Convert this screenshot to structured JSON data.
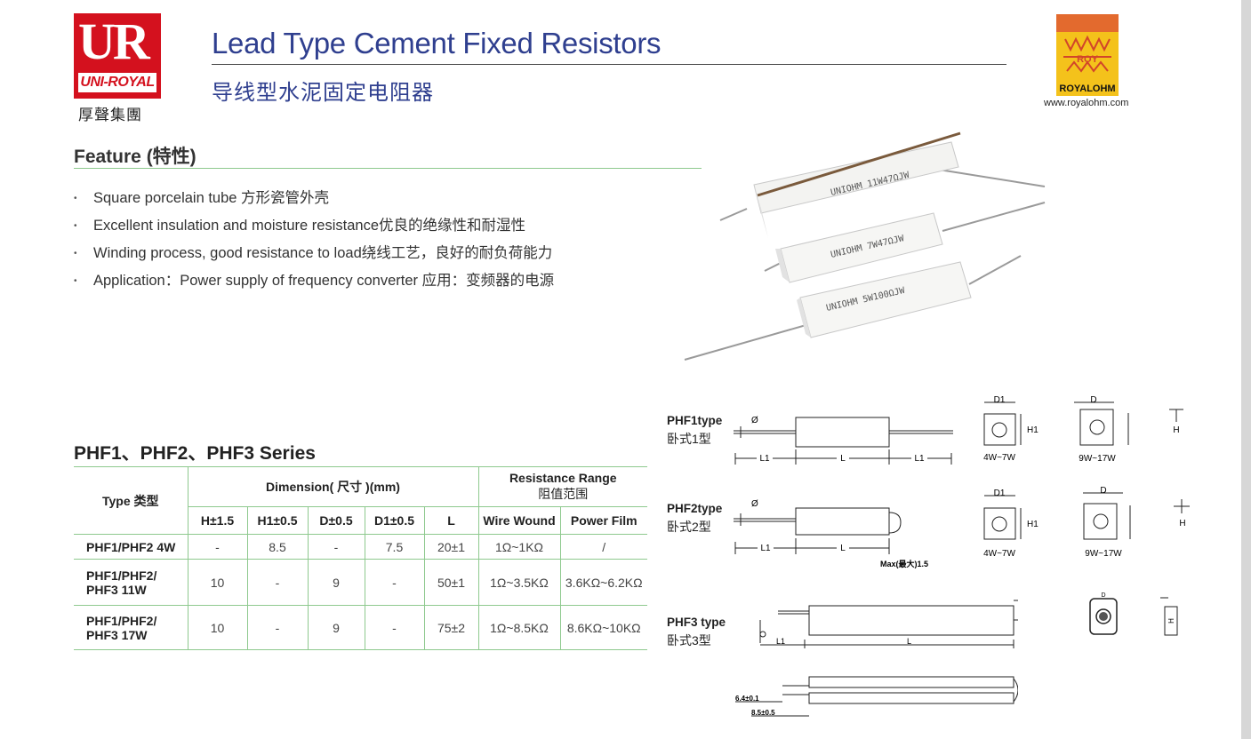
{
  "brand": {
    "left_logo_letters": "UR",
    "left_logo_text": "UNI-ROYAL",
    "left_logo_cn": "厚聲集團",
    "right_logo_text": "ROYALOHM",
    "right_logo_url": "www.royalohm.com"
  },
  "title": {
    "en": "Lead Type Cement Fixed Resistors",
    "cn": "导线型水泥固定电阻器"
  },
  "feature": {
    "heading": "Feature (特性)",
    "items": [
      "Square porcelain tube 方形瓷管外壳",
      "Excellent insulation and moisture resistance优良的绝缘性和耐湿性",
      "Winding process, good resistance to load绕线工艺，良好的耐负荷能力",
      "Application：Power supply of frequency converter   应用：变频器的电源"
    ]
  },
  "photo": {
    "markings": [
      "UNIOHM 11W47ΩJW",
      "UNIOHM 7W47ΩJW",
      "UNIOHM 5W100ΩJW"
    ]
  },
  "series": {
    "heading": "PHF1、PHF2、PHF3 Series",
    "table": {
      "type_header": "Type 类型",
      "dimension_header": "Dimension( 尺寸 )(mm)",
      "resistance_header": "Resistance Range",
      "resistance_header_cn": "阻值范围",
      "columns": [
        "H±1.5",
        "H1±0.5",
        "D±0.5",
        "D1±0.5",
        "L",
        "Wire Wound",
        "Power Film"
      ],
      "rows": [
        {
          "type1": "PHF1/PHF2 4W",
          "type2": "",
          "cells": [
            "-",
            "8.5",
            "-",
            "7.5",
            "20±1",
            "1Ω~1KΩ",
            "/"
          ]
        },
        {
          "type1": "PHF1/PHF2/",
          "type2": "PHF3 11W",
          "cells": [
            "10",
            "-",
            "9",
            "-",
            "50±1",
            "1Ω~3.5KΩ",
            "3.6KΩ~6.2KΩ"
          ]
        },
        {
          "type1": "PHF1/PHF2/",
          "type2": "PHF3  17W",
          "cells": [
            "10",
            "-",
            "9",
            "-",
            "75±2",
            "1Ω~8.5KΩ",
            "8.6KΩ~10KΩ"
          ]
        }
      ]
    }
  },
  "drawings": {
    "phf1": {
      "name": "PHF1type",
      "cn": "卧式1型"
    },
    "phf2": {
      "name": "PHF2type",
      "cn": "卧式2型",
      "note": "Max(最大)1.5"
    },
    "phf3": {
      "name": "PHF3 type",
      "cn": "卧式3型"
    },
    "labels": {
      "phi": "Ø",
      "l1": "L1",
      "l": "L",
      "d": "D",
      "d1": "D1",
      "h": "H",
      "h1": "H1",
      "w_small": "4W~7W",
      "w_large": "9W~17W",
      "dim_64": "6.4±0.1",
      "dim_85": "8.5±0.5"
    }
  },
  "colors": {
    "title_blue": "#2f3f8f",
    "rule_green": "#8ec98e",
    "ur_red": "#d4111e",
    "roy_yellow": "#f4c21b"
  }
}
